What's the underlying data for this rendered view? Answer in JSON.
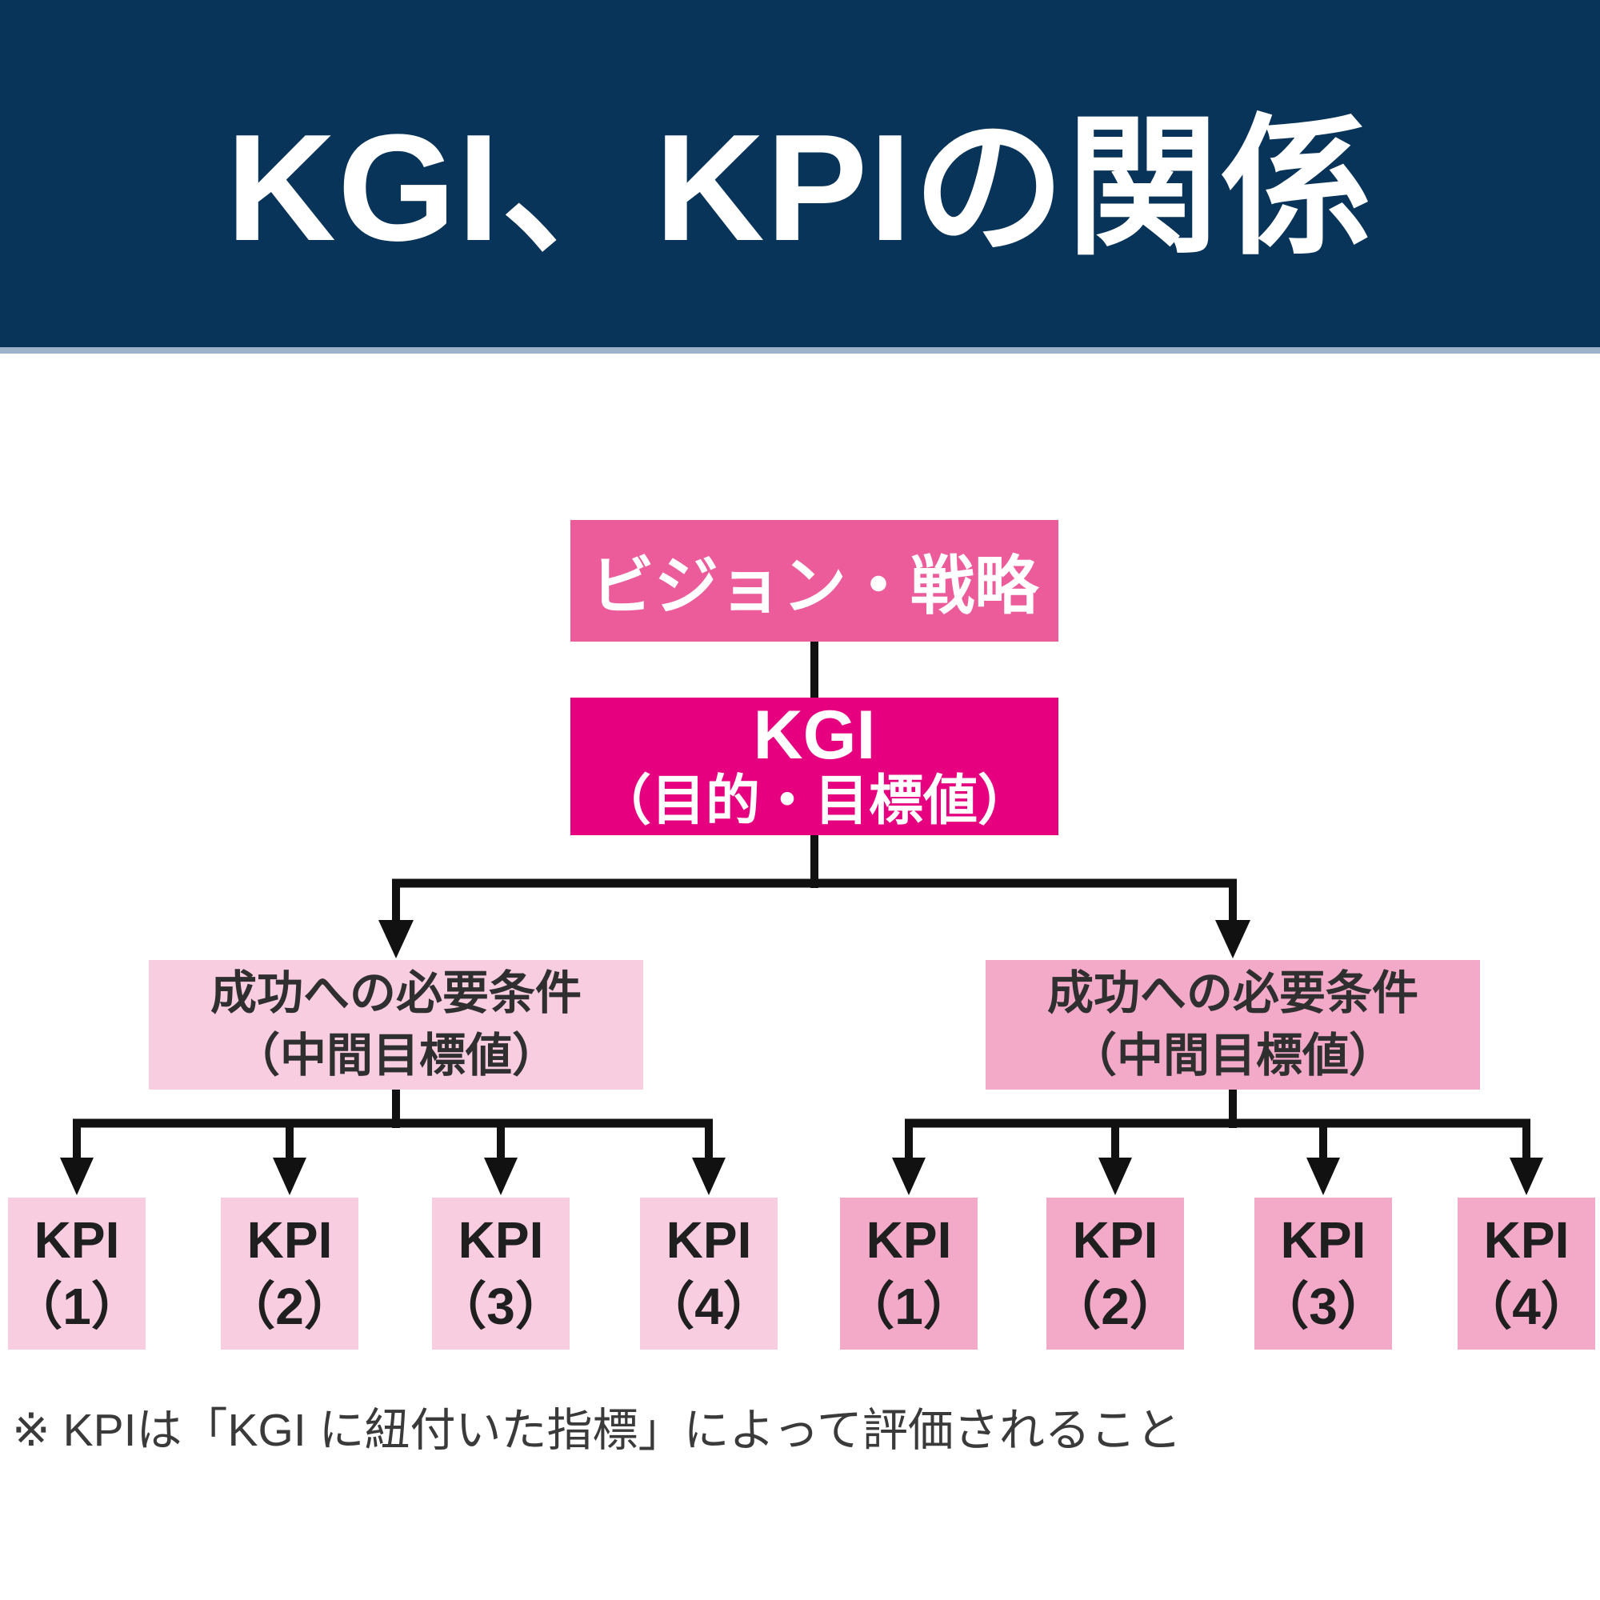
{
  "colors": {
    "header_bg": "#093459",
    "header_edge": "#9db3c9",
    "vision_pink": "#ec5c9b",
    "kgi_magenta": "#e60080",
    "pink_light": "#f8cde0",
    "pink_medium": "#f3a9c8",
    "connector_black": "#111111",
    "title_text": "#ffffff",
    "box_text_dark": "#2f2f2f"
  },
  "header": {
    "title": "KGI、KPIの関係"
  },
  "flowchart": {
    "vision": {
      "label": "ビジョン・戦略"
    },
    "kgi": {
      "title": "KGI",
      "subtitle": "（目的・目標値）"
    },
    "condition_left": {
      "line1": "成功への必要条件",
      "line2": "（中間目標値）"
    },
    "condition_right": {
      "line1": "成功への必要条件",
      "line2": "（中間目標値）"
    },
    "kpis_left": [
      {
        "line1": "KPI",
        "line2": "（1）"
      },
      {
        "line1": "KPI",
        "line2": "（2）"
      },
      {
        "line1": "KPI",
        "line2": "（3）"
      },
      {
        "line1": "KPI",
        "line2": "（4）"
      }
    ],
    "kpis_right": [
      {
        "line1": "KPI",
        "line2": "（1）"
      },
      {
        "line1": "KPI",
        "line2": "（2）"
      },
      {
        "line1": "KPI",
        "line2": "（3）"
      },
      {
        "line1": "KPI",
        "line2": "（4）"
      }
    ]
  },
  "footnote": "※ KPIは「KGI に紐付いた指標」によって評価されること"
}
